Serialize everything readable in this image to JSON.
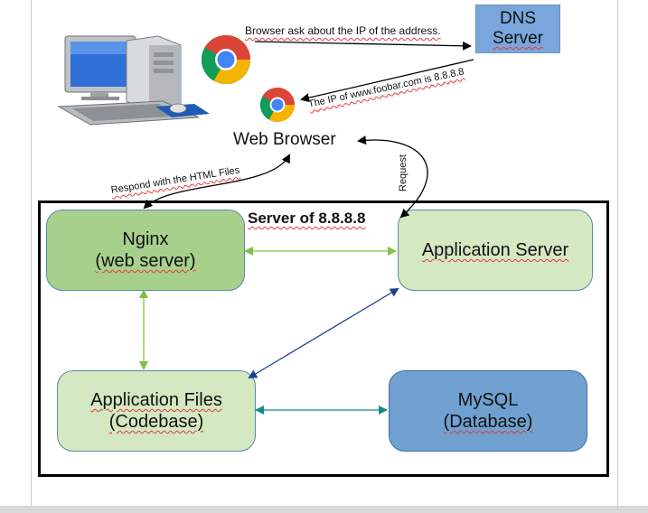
{
  "dns_server": {
    "line1": "DNS",
    "line2": "Server"
  },
  "edges": {
    "ask": "Browser ask about the IP of the address.",
    "ip_reply": "The IP of  www.foobar.com is 8.8.8.8",
    "respond": "Respond with the HTML Files",
    "request": "Request"
  },
  "web_browser": "Web Browser",
  "server_title": "Server of 8.8.8.8",
  "nodes": {
    "nginx": {
      "line1": "Nginx",
      "line2": "(web server)"
    },
    "app_server": {
      "line1": "Application Server"
    },
    "app_files": {
      "line1": "Application Files",
      "line2": "(Codebase)"
    },
    "mysql": {
      "line1": "MySQL",
      "line2": "(Database)"
    }
  },
  "colors": {
    "light_green": "#d4e8c2",
    "dark_green": "#a8d08d",
    "db_blue": "#6fa0d0",
    "dns_blue": "#7aa6dc",
    "green_arrow": "#7ec242",
    "navy_arrow": "#1f3f8f",
    "teal_arrow": "#148a8a"
  },
  "icons": [
    "desktop-computer-icon",
    "chrome-logo-icon"
  ]
}
